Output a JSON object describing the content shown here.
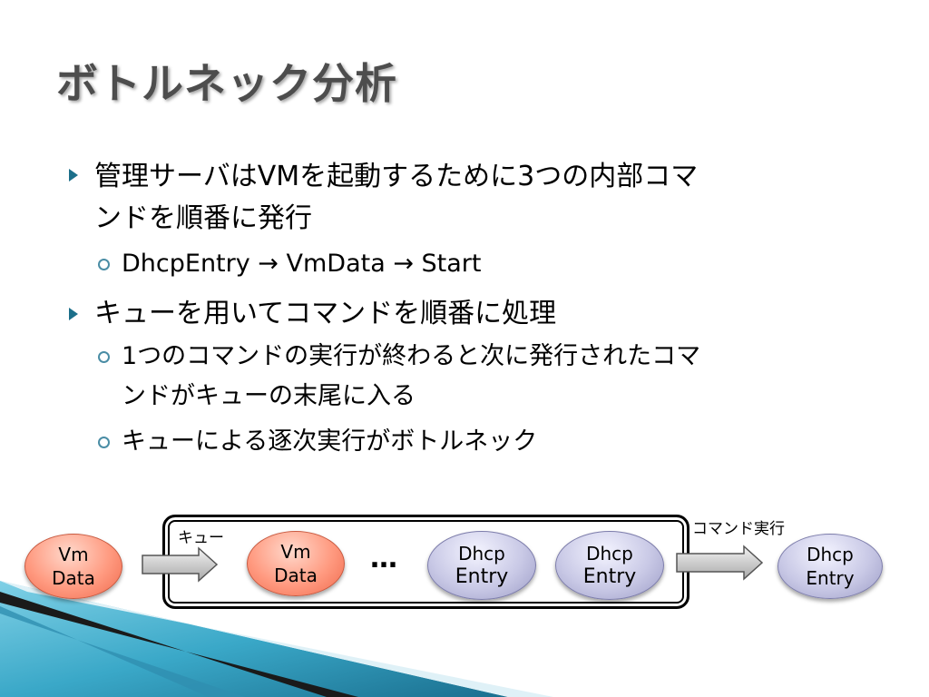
{
  "title": "ボトルネック分析",
  "bullets": [
    {
      "level1": [
        "管理サーバはVMを起動するために3つの内部コマ",
        "ンドを順番に発行"
      ],
      "level2": [
        [
          "DhcpEntry → VmData → Start"
        ]
      ]
    },
    {
      "level1": [
        "キューを用いてコマンドを順番に処理"
      ],
      "level2": [
        [
          "1つのコマンドの実行が終わると次に発行されたコマ",
          "ンドがキューの末尾に入る"
        ],
        [
          "キューによる逐次実行がボトルネック"
        ]
      ]
    }
  ],
  "diagram": {
    "incoming": {
      "line1": "Vm",
      "line2": "Data"
    },
    "queue_label": "キュー",
    "queue_items": [
      {
        "line1": "Vm",
        "line2": "Data"
      },
      {
        "line1": "Dhcp",
        "line2": "Entry"
      },
      {
        "line1": "Dhcp",
        "line2": "Entry"
      }
    ],
    "ellipsis": "…",
    "exec_label": "コマンド実行",
    "executing": {
      "line1": "Dhcp",
      "line2": "Entry"
    }
  },
  "colors": {
    "title": "#4d4d4d",
    "bullet_arrow": "#1c6f8a",
    "orange_node": "#ff9a80",
    "blue_node": "#c9c9e6",
    "corner_teal": "#3aa8c8"
  }
}
